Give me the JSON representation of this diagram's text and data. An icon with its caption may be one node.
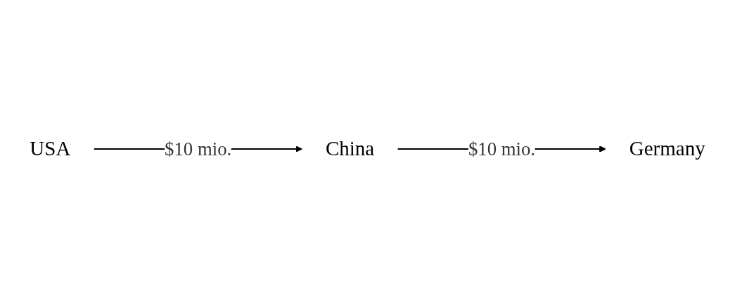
{
  "diagram": {
    "nodes": [
      {
        "text": [
          "China"
        ]
      },
      {
        "text": [
          "Germany"
        ]
      },
      {
        "text": [
          "USA"
        ]
      }
    ],
    "edges": [
      {
        "from": 0,
        "to": 1,
        "arrow": "to",
        "label": "$10 mio."
      },
      {
        "from": 2,
        "to": 0,
        "arrow": "to",
        "label": "$10 mio."
      }
    ]
  }
}
